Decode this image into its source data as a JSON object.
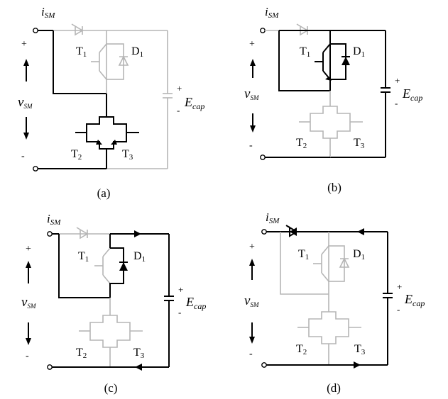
{
  "panels": [
    {
      "caption": "(a)",
      "current": "i",
      "current_sub": "SM",
      "plus": "+",
      "minus": "-",
      "voltage": "v",
      "voltage_sub": "SM",
      "t1": "T",
      "t1_sub": "1",
      "d1": "D",
      "d1_sub": "1",
      "t2": "T",
      "t2_sub": "2",
      "t3": "T",
      "t3_sub": "3",
      "cap_plus": "+",
      "cap_minus": "-",
      "ecap": "E",
      "ecap_sub": "cap"
    },
    {
      "caption": "(b)",
      "current": "i",
      "current_sub": "SM",
      "plus": "+",
      "minus": "-",
      "voltage": "v",
      "voltage_sub": "SM",
      "t1": "T",
      "t1_sub": "1",
      "d1": "D",
      "d1_sub": "1",
      "t2": "T",
      "t2_sub": "2",
      "t3": "T",
      "t3_sub": "3",
      "cap_plus": "+",
      "cap_minus": "-",
      "ecap": "E",
      "ecap_sub": "cap"
    },
    {
      "caption": "(c)",
      "current": "i",
      "current_sub": "SM",
      "plus": "+",
      "minus": "-",
      "voltage": "v",
      "voltage_sub": "SM",
      "t1": "T",
      "t1_sub": "1",
      "d1": "D",
      "d1_sub": "1",
      "t2": "T",
      "t2_sub": "2",
      "t3": "T",
      "t3_sub": "3",
      "cap_plus": "+",
      "cap_minus": "-",
      "ecap": "E",
      "ecap_sub": "cap"
    },
    {
      "caption": "(d)",
      "current": "i",
      "current_sub": "SM",
      "plus": "+",
      "minus": "-",
      "voltage": "v",
      "voltage_sub": "SM",
      "t1": "T",
      "t1_sub": "1",
      "d1": "D",
      "d1_sub": "1",
      "t2": "T",
      "t2_sub": "2",
      "t3": "T",
      "t3_sub": "3",
      "cap_plus": "+",
      "cap_minus": "-",
      "ecap": "E",
      "ecap_sub": "cap"
    }
  ],
  "colors": {
    "active": "#000000",
    "inactive": "#b5b5b5"
  }
}
